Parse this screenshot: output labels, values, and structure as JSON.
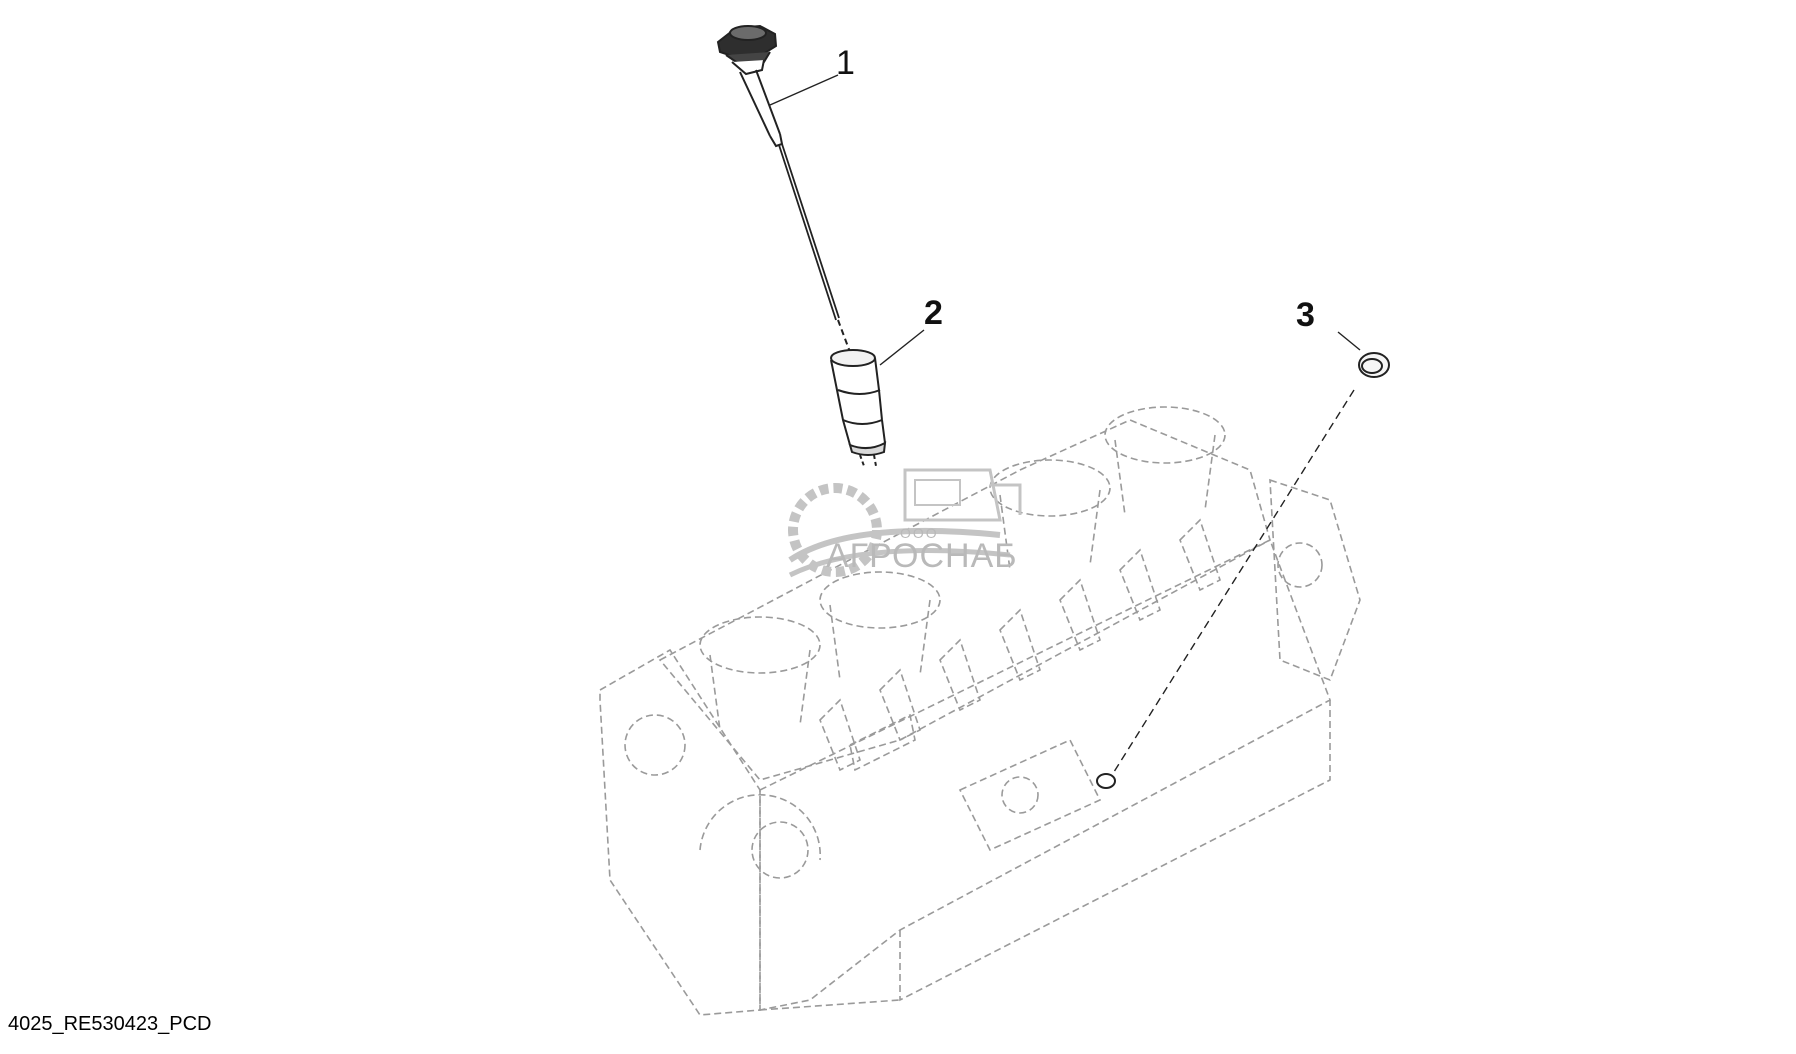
{
  "callouts": {
    "part1": "1",
    "part2": "2",
    "part3": "3"
  },
  "figure_id": "4025_RE530423_PCD",
  "watermark": {
    "prefix": "ООО",
    "name": "АГРОСНАБ"
  },
  "colors": {
    "line": "#222222",
    "engine_line": "#9a9a9a",
    "watermark": "#b9b9b9"
  }
}
